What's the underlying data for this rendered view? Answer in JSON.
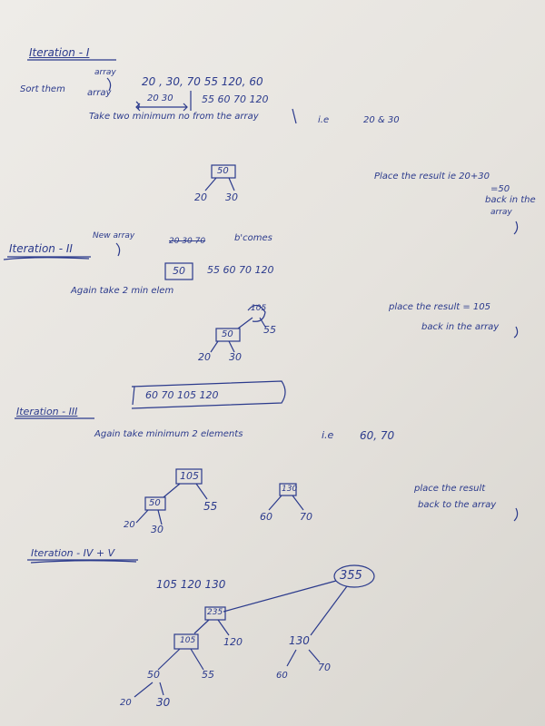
{
  "iteration1": {
    "heading": "Iteration - I",
    "array_label": "array",
    "array_values": "20 , 30, 70  55   120, 60",
    "sort_label": "Sort them",
    "array_label2": "array",
    "sorted_pair": "20  30",
    "sorted_rest": "55   60     70    120",
    "take_text": "Take two minimum no from the array",
    "ie": "i.e",
    "ie_values": "20 & 30",
    "tree": {
      "root": "50",
      "left": "20",
      "right": "30"
    },
    "note_line1": "Place the result ie  20+30",
    "note_line2": "=50",
    "note_line3": "back in the",
    "note_line4": "array"
  },
  "iteration2": {
    "heading": "Iteration - II",
    "new_array": "New array",
    "struck": "20  30  70",
    "becomes": "b'comes",
    "boxed": "50",
    "array_rest": "55   60    70    120",
    "again_text": "Again take 2 min elem",
    "tree": {
      "root": "105",
      "mid": "50",
      "right": "55",
      "l1": "20",
      "l2": "30"
    },
    "note_line1": "place the result = 105",
    "note_line2": "back in the array"
  },
  "iteration3": {
    "box_values": "60      70     105      120",
    "heading": "Iteration - III",
    "again_text": "Again take  minimum  2  elements",
    "ie": "i.e",
    "ie_values": "60, 70",
    "tree1": {
      "root": "105",
      "mid": "50",
      "right": "55",
      "l1": "20",
      "l2": "30"
    },
    "tree2": {
      "root": "130",
      "left": "60",
      "right": "70"
    },
    "note_line1": "place the result",
    "note_line2": "back to the array"
  },
  "iteration45": {
    "heading": "Iteration - IV + V",
    "array_values": "105    120    130",
    "root": "355",
    "n235": "235",
    "n105": "105",
    "n120": "120",
    "n130": "130",
    "n50": "50",
    "n55": "55",
    "n60": "60",
    "n70": "70",
    "n20": "20",
    "n30": "30"
  }
}
